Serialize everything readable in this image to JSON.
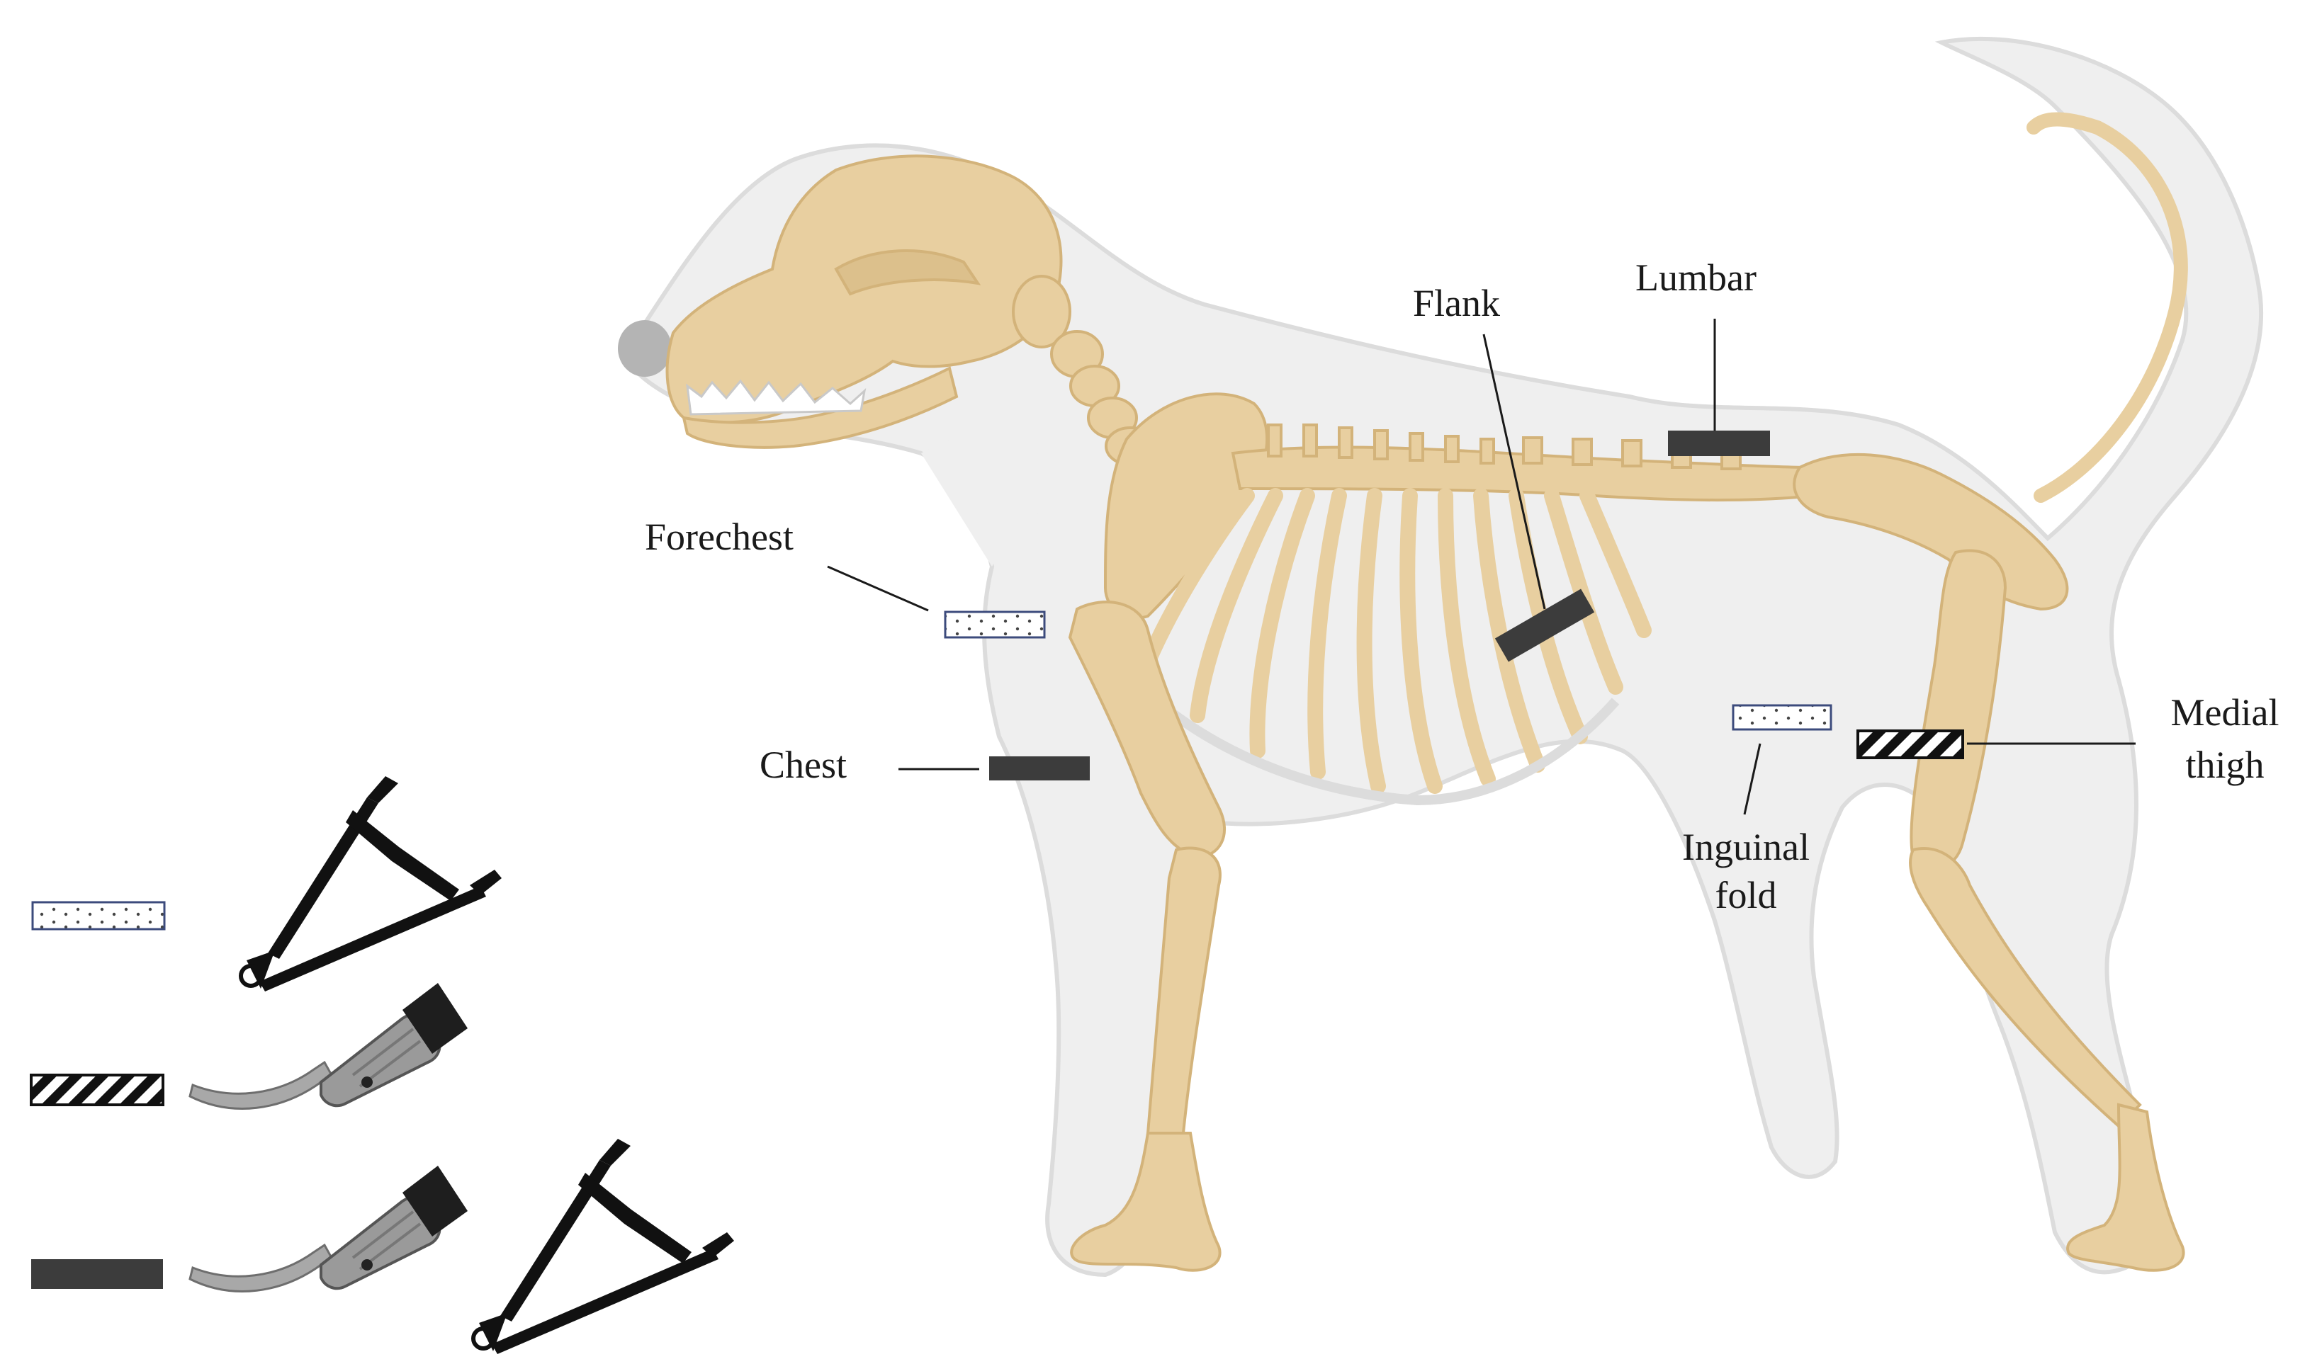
{
  "colors": {
    "bone": "#e8cfa0",
    "bone_stroke": "#d3b37a",
    "bone_shadow": "#dcc08c",
    "silhouette": "#efefef",
    "silhouette_stroke": "#dcdcdc",
    "nose": "#b4b4b4",
    "marker_dark": "#3c3c3c",
    "marker_dotted_border": "#3c4b7c",
    "ink": "#1a1a1a",
    "probe": "#9a9a9a",
    "caliper": "#111111"
  },
  "measurement_sites": {
    "forechest": {
      "label": "Forechest",
      "marker": "dotted"
    },
    "chest": {
      "label": "Chest",
      "marker": "solid"
    },
    "flank": {
      "label": "Flank",
      "marker": "solid"
    },
    "lumbar": {
      "label": "Lumbar",
      "marker": "solid"
    },
    "inguinal_fold": {
      "label_line1": "Inguinal",
      "label_line2": "fold",
      "marker": "dotted"
    },
    "medial_thigh": {
      "label_line1": "Medial",
      "label_line2": "thigh",
      "marker": "striped"
    }
  },
  "legend": [
    {
      "marker": "dotted",
      "tools": [
        "caliper-icon"
      ]
    },
    {
      "marker": "striped",
      "tools": [
        "ultrasound-probe-icon"
      ]
    },
    {
      "marker": "solid",
      "tools": [
        "ultrasound-probe-icon",
        "caliper-icon"
      ]
    }
  ]
}
